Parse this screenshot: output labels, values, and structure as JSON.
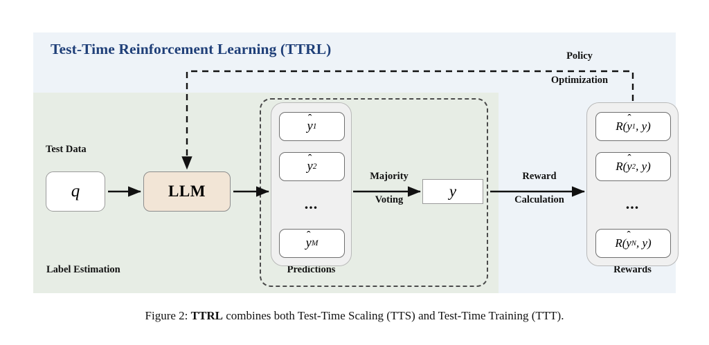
{
  "figure": {
    "title": "Test-Time Reinforcement Learning (TTRL)",
    "caption_prefix": "Figure 2: ",
    "caption_bold": "TTRL",
    "caption_rest": " combines both Test-Time Scaling (TTS) and Test-Time Training (TTT)."
  },
  "colors": {
    "title_navy": "#1f3f78",
    "panel_blue": "#eef3f8",
    "band_green": "#e7ede5",
    "llm_beige": "#f2e5d6",
    "group_gray": "#f0f0f0",
    "stroke_dark": "#4a4a4a"
  },
  "labels": {
    "test_data": "Test Data",
    "label_estimation": "Label Estimation",
    "predictions": "Predictions",
    "rewards": "Rewards",
    "majority_line1": "Majority",
    "majority_line2": "Voting",
    "reward_line1": "Reward",
    "reward_line2": "Calculation",
    "policy_line1": "Policy",
    "policy_line2": "Optimization"
  },
  "nodes": {
    "query": "q",
    "llm": "LLM",
    "answer": "y"
  },
  "predictions": {
    "items": [
      {
        "base": "y",
        "sub": "1"
      },
      {
        "base": "y",
        "sub": "2"
      },
      {
        "base": "y",
        "sub": "M"
      }
    ],
    "ellipsis": "..."
  },
  "rewards": {
    "items": [
      {
        "prefix": "R(",
        "base": "y",
        "sub": "1",
        "suffix": ", y)"
      },
      {
        "prefix": "R(",
        "base": "y",
        "sub": "2",
        "suffix": ", y)"
      },
      {
        "prefix": "R(",
        "base": "y",
        "sub": "N",
        "suffix": ", y)"
      }
    ],
    "ellipsis": "..."
  }
}
